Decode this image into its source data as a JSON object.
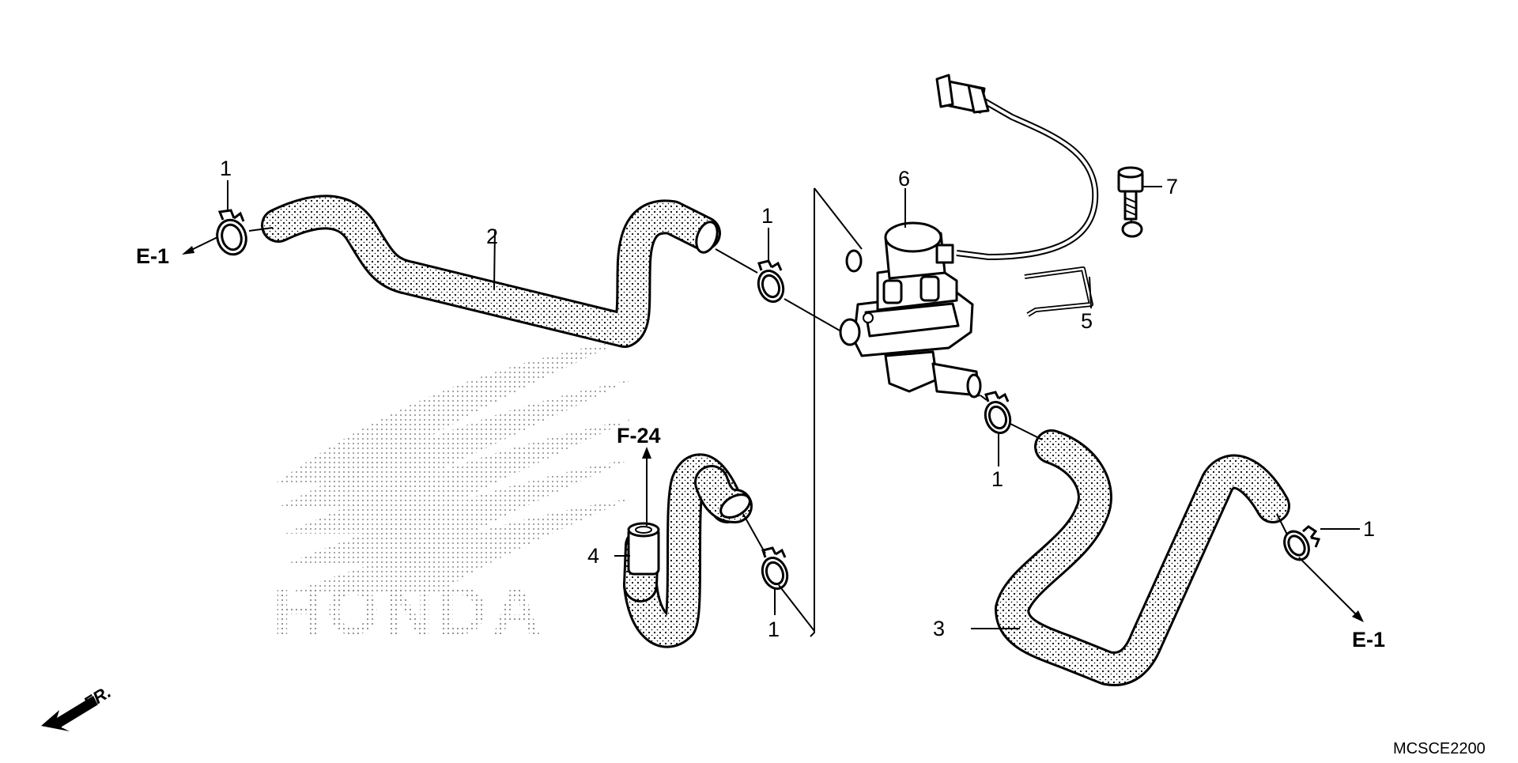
{
  "watermark": {
    "text": "HONDA"
  },
  "diagram_code": "MCSCE2200",
  "front_marker": "FR.",
  "references": {
    "e1_left": "E-1",
    "e1_right": "E-1",
    "f24": "F-24"
  },
  "callouts": {
    "clamp_top_left": "1",
    "clamp_top_mid": "1",
    "clamp_valve_outlet": "1",
    "clamp_lower_mid": "1",
    "clamp_right": "1",
    "hose_upper": "2",
    "hose_lower_right": "3",
    "cap": "4",
    "stay": "5",
    "valve": "6",
    "bolt": "7"
  }
}
